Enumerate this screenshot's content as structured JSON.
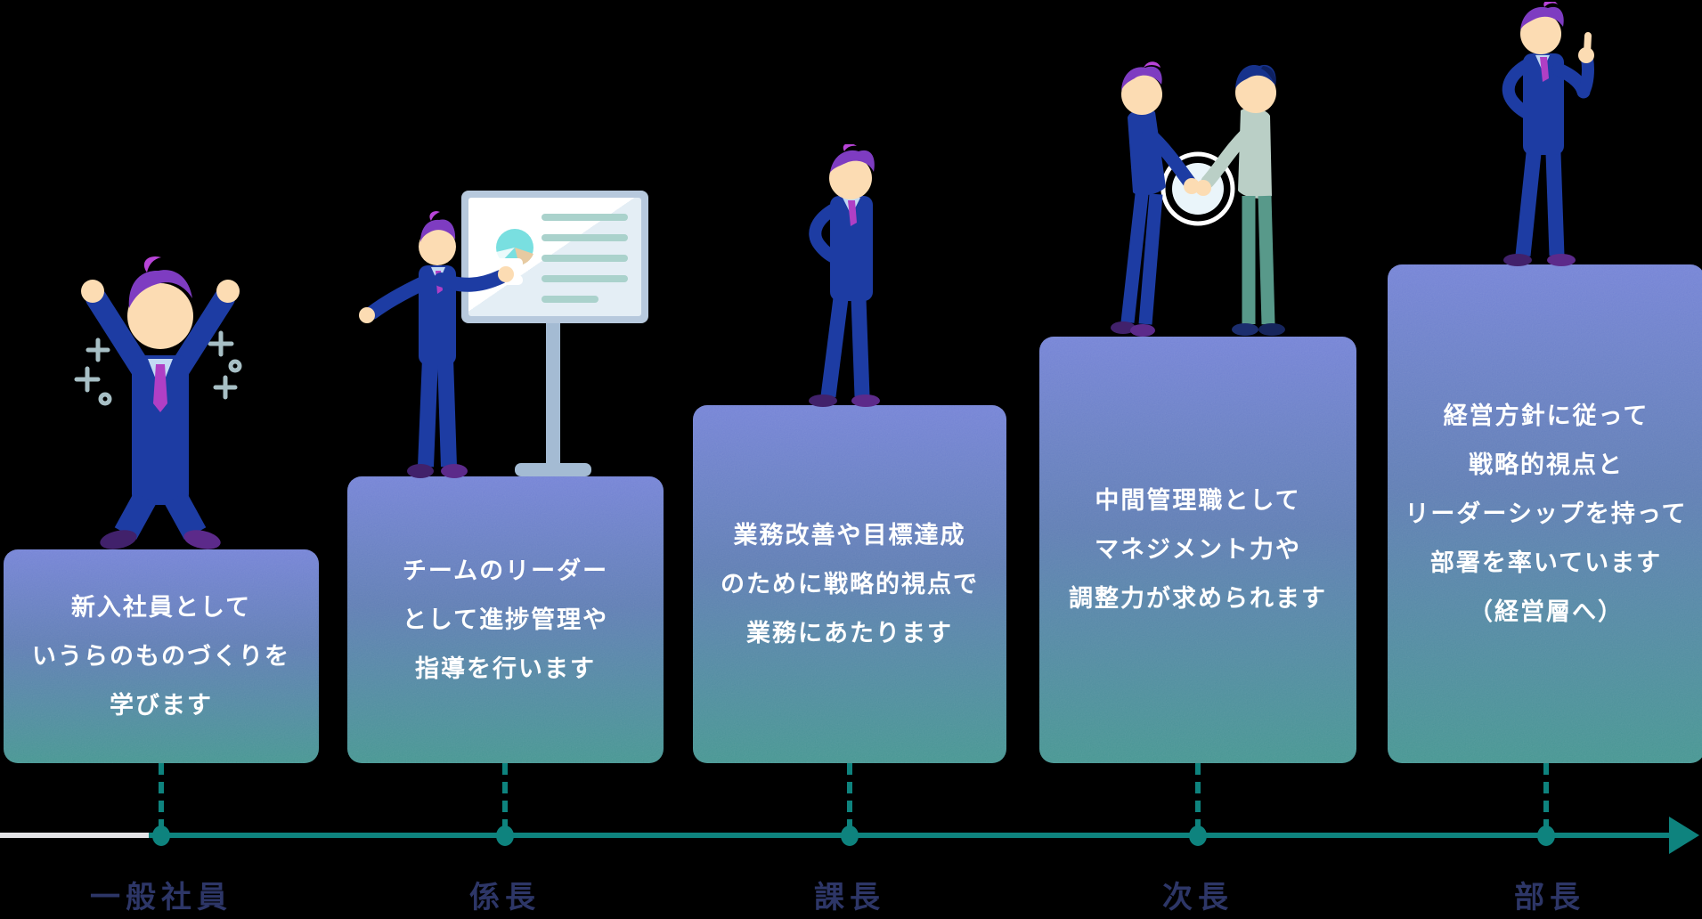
{
  "diagram_type": "career-path-steps",
  "palette": {
    "background": "#000000",
    "card_gradient_top": "#7180d5",
    "card_gradient_bottom": "#41938f",
    "card_text": "#ffffff",
    "timeline_teal": "#0e837e",
    "timeline_pre_start_gray": "#e3e3e6",
    "label_navy": "#2d3667",
    "suit_blue": "#1d3ca3",
    "hair_purple": "#7e3cc1",
    "skin": "#fcdcb3"
  },
  "steps": [
    {
      "label": "一般社員",
      "figure_icon": "cheering-person-icon",
      "lines": [
        "新入社員として",
        "いうらのものづくりを",
        "学びます"
      ]
    },
    {
      "label": "係長",
      "figure_icon": "presenter-whiteboard-icon",
      "lines": [
        "チームのリーダー",
        "として進捗管理や",
        "指導を行います"
      ]
    },
    {
      "label": "課長",
      "figure_icon": "standing-person-icon",
      "lines": [
        "業務改善や目標達成",
        "のために戦略的視点で",
        "業務にあたります"
      ]
    },
    {
      "label": "次長",
      "figure_icon": "handshake-people-icon",
      "lines": [
        "中間管理職として",
        "マネジメント力や",
        "調整力が求められます"
      ]
    },
    {
      "label": "部長",
      "figure_icon": "pointing-person-icon",
      "lines": [
        "経営方針に従って",
        "戦略的視点と",
        "リーダーシップを持って",
        "部署を率いています",
        "（経営層へ）"
      ]
    }
  ],
  "timeline": {
    "direction": "left-to-right-arrow",
    "dot_count": 5
  }
}
